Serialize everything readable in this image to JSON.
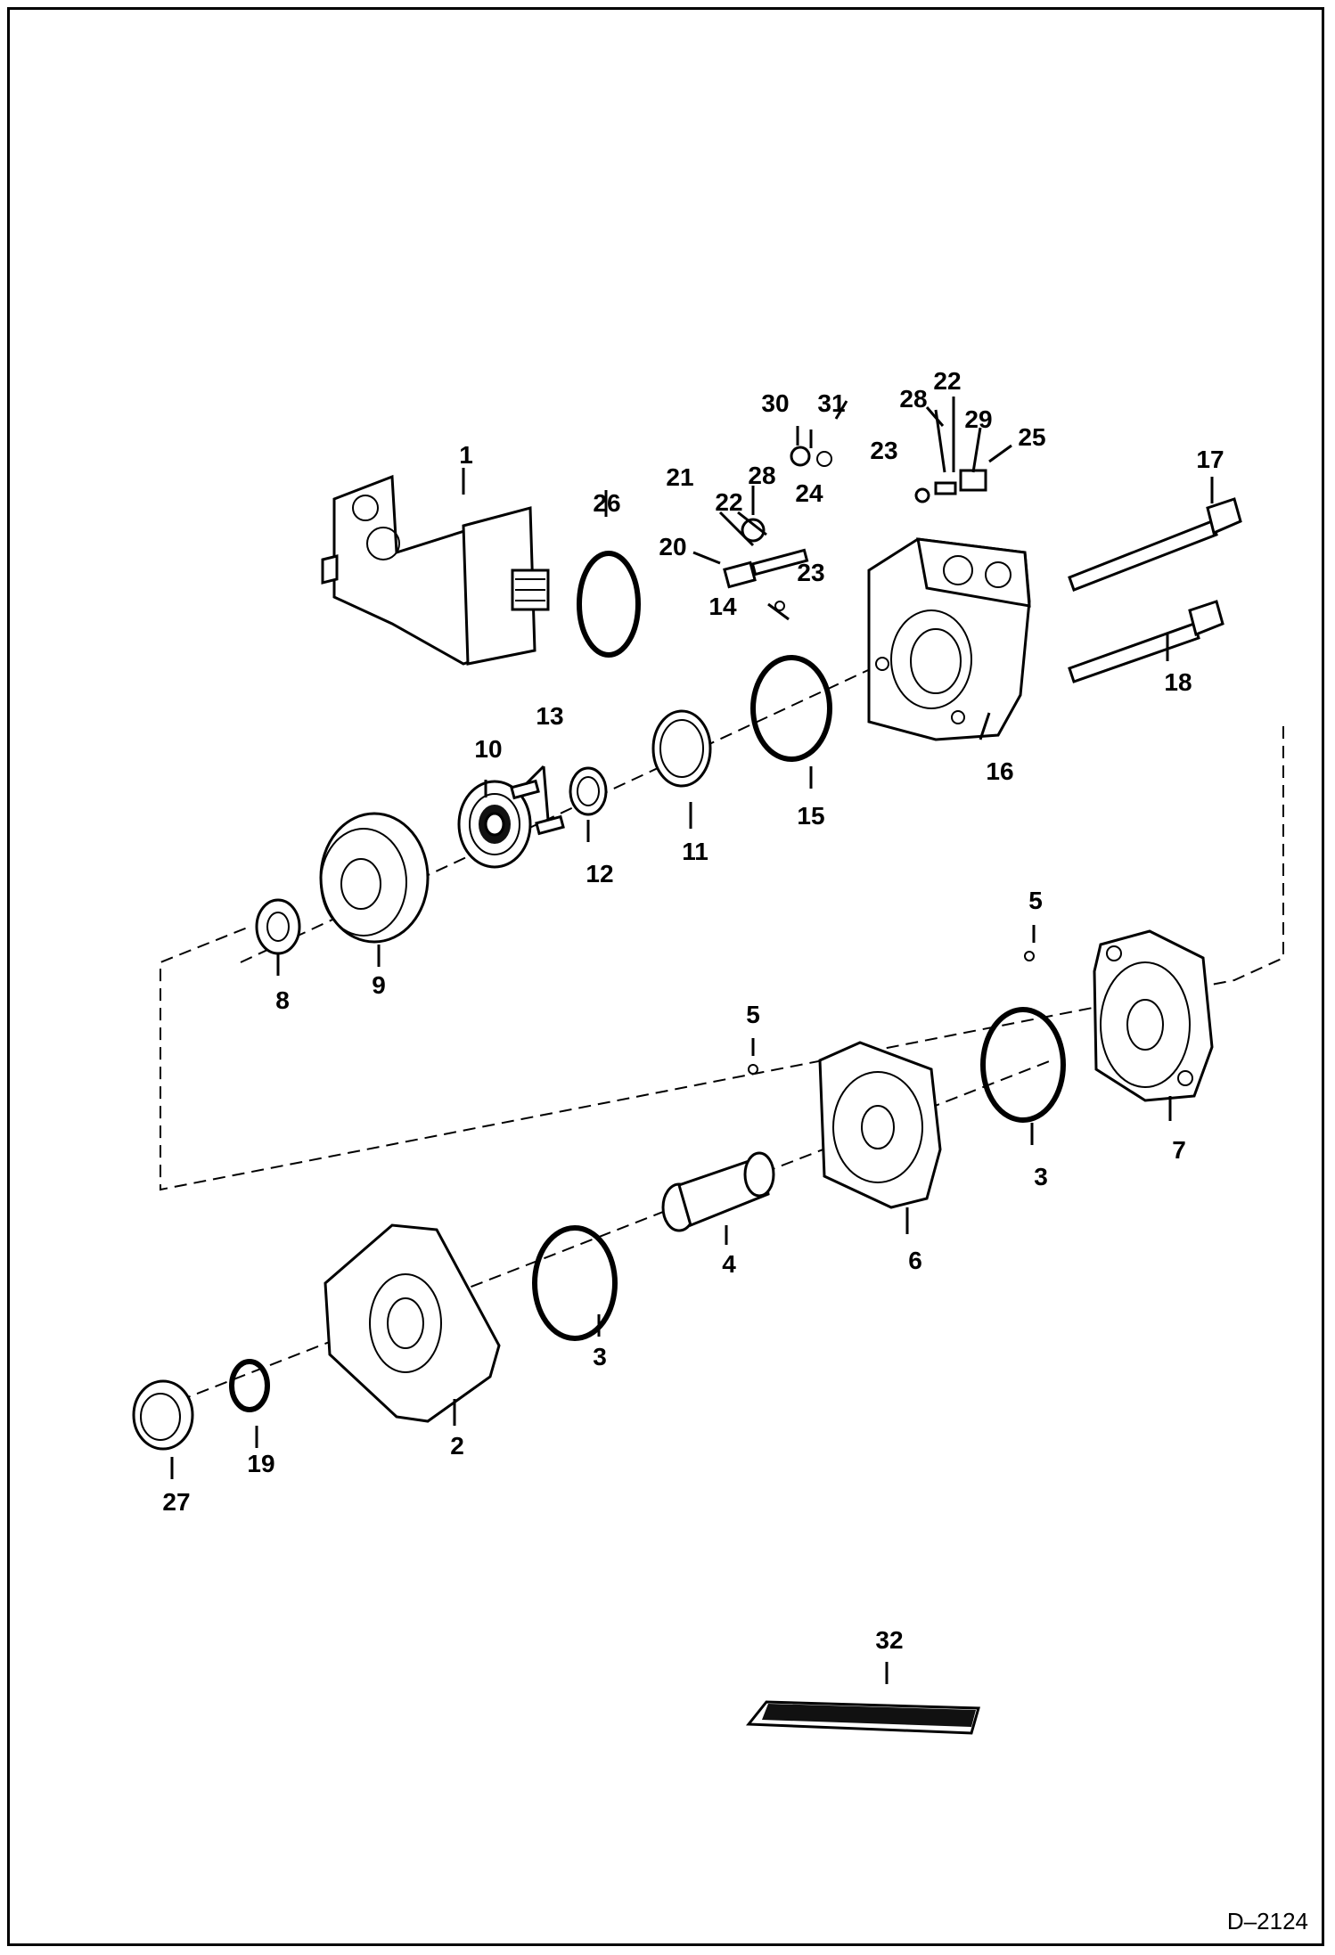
{
  "document_id": "D–2124",
  "labels": {
    "p1": "1",
    "p2": "2",
    "p3a": "3",
    "p3b": "3",
    "p4": "4",
    "p5a": "5",
    "p5b": "5",
    "p6": "6",
    "p7": "7",
    "p8": "8",
    "p9": "9",
    "p10": "10",
    "p11": "11",
    "p12": "12",
    "p13": "13",
    "p14": "14",
    "p15": "15",
    "p16": "16",
    "p17": "17",
    "p18": "18",
    "p19": "19",
    "p20": "20",
    "p21": "21",
    "p22a": "22",
    "p22b": "22",
    "p23a": "23",
    "p23b": "23",
    "p24": "24",
    "p25": "25",
    "p26": "26",
    "p27": "27",
    "p28a": "28",
    "p28b": "28",
    "p29": "29",
    "p30": "30",
    "p31": "31",
    "p32": "32"
  }
}
